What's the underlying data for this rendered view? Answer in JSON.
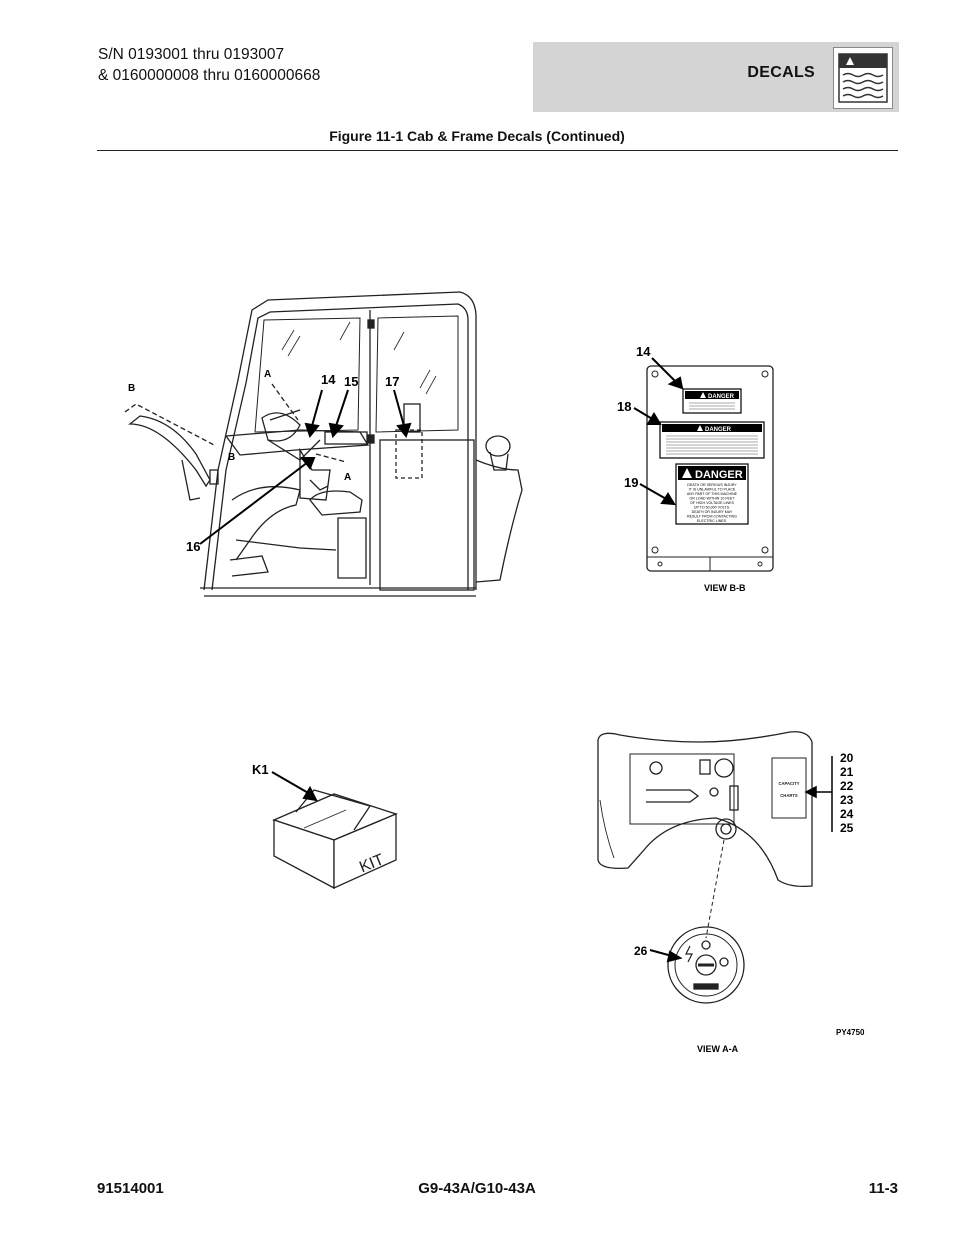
{
  "header": {
    "serial_line1": "S/N 0193001 thru 0193007",
    "serial_line2": "& 0160000008 thru 0160000668",
    "section_tab": "DECALS",
    "section_icon": "warning-decal-icon"
  },
  "figure": {
    "title": "Figure 11-1 Cab & Frame Decals (Continued)",
    "cab_callouts": [
      "A",
      "A",
      "B",
      "B",
      "14",
      "15",
      "17",
      "16"
    ],
    "view_bb": {
      "callouts": [
        "14",
        "18",
        "19"
      ],
      "decal_14_label": "DANGER",
      "decal_18_label": "DANGER",
      "decal_19_label": "DANGER",
      "decal_19_text": [
        "DEATH OR SERIOUS INJURY",
        "IT IS UNLAWFUL TO PLACE",
        "ANY PART OF THIS MACHINE",
        "OR LOAD WITHIN 10 FEET",
        "OF HIGH VOLTAGE LINES",
        "UP TO 50,000 VOLTS.",
        "DEATH OR INJURY MAY",
        "RESULT FROM CONTACTING",
        "ELECTRIC LINES."
      ],
      "caption": "VIEW B-B"
    },
    "kit": {
      "callout": "K1",
      "box_label": "KIT"
    },
    "view_aa": {
      "callouts": [
        "20",
        "21",
        "22",
        "23",
        "24",
        "25"
      ],
      "chart_label_1": "CAPACITY",
      "chart_label_2": "CHARTS",
      "callout_26": "26",
      "drawing_number": "PY4750",
      "caption": "VIEW A-A"
    }
  },
  "footer": {
    "part_number": "91514001",
    "model": "G9-43A/G10-43A",
    "page": "11-3"
  }
}
